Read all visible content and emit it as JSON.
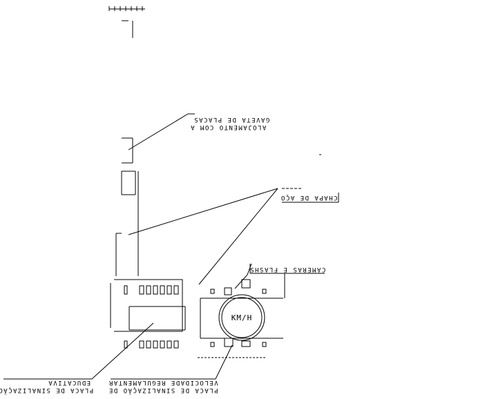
{
  "labels": {
    "drawer_line1": "GAVETA DE PLACAS",
    "drawer_line2": "ALOJAMENTO COM A",
    "steel_plate": "CHAPA DE AÇO",
    "cameras_flashes": "CÂMERAS E FLASHS",
    "education_line1": "EDUCATIVA",
    "education_line2": "PLACA DE SINALIZAÇÃO",
    "speed_line1": "VELOCIDADE REGULAMENTAR",
    "speed_line2": "PLACA DE SINALIZAÇÃO DE"
  },
  "sign_text": "KM/H"
}
